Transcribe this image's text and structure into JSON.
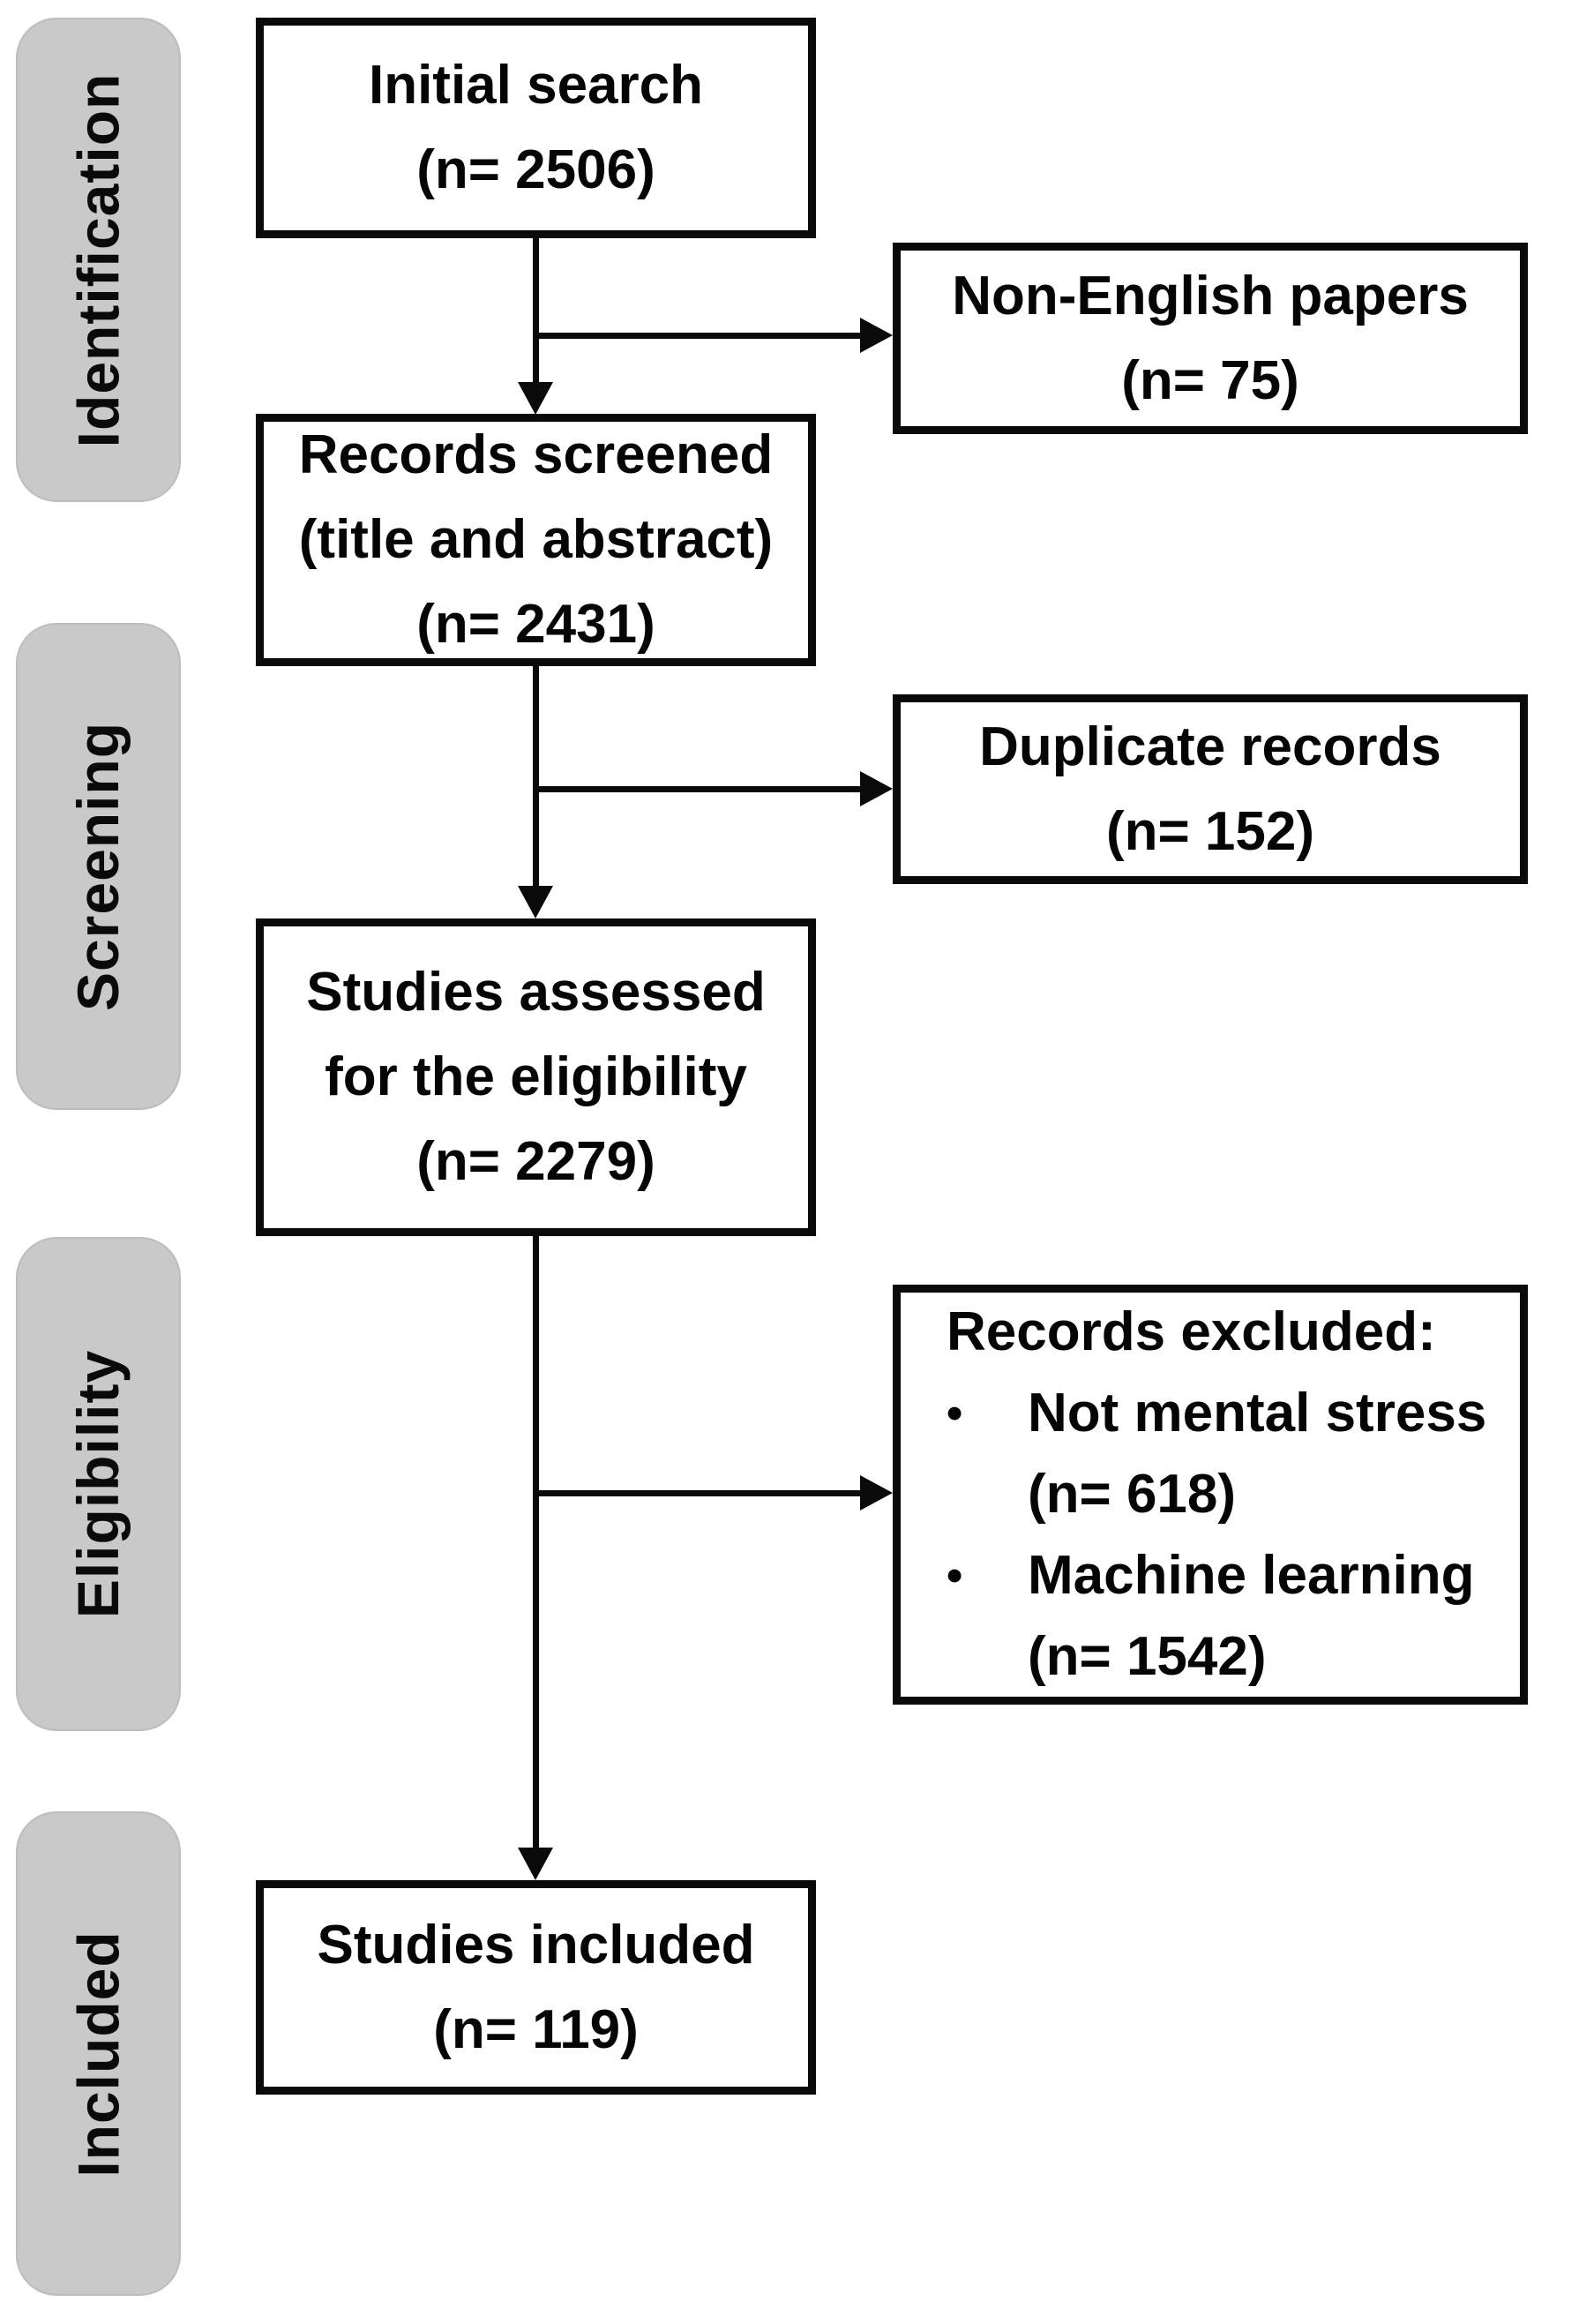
{
  "diagram": {
    "stages": [
      {
        "label": "Identification"
      },
      {
        "label": "Screening"
      },
      {
        "label": "Eligibility"
      },
      {
        "label": "Included"
      }
    ],
    "flow": [
      {
        "lines": [
          "Initial search",
          "(n= 2506)"
        ]
      },
      {
        "lines": [
          "Records screened",
          "(title and abstract)",
          "(n= 2431)"
        ]
      },
      {
        "lines": [
          "Studies assessed",
          "for the eligibility",
          "(n= 2279)"
        ]
      },
      {
        "lines": [
          "Studies included",
          "(n= 119)"
        ]
      }
    ],
    "side": [
      {
        "lines": [
          "Non-English papers",
          "(n= 75)"
        ]
      },
      {
        "lines": [
          "Duplicate records",
          "(n= 152)"
        ]
      },
      {
        "title": "Records excluded:",
        "items": [
          {
            "lines": [
              "Not mental stress",
              "(n= 618)"
            ]
          },
          {
            "lines": [
              "Machine learning",
              "(n= 1542)"
            ]
          }
        ]
      }
    ],
    "glyphs": {
      "bullet": "•"
    },
    "colors": {
      "stage_fill": "#c9c9c9",
      "box_border": "#0a0a0a",
      "text": "#050505",
      "background": "#ffffff"
    }
  }
}
